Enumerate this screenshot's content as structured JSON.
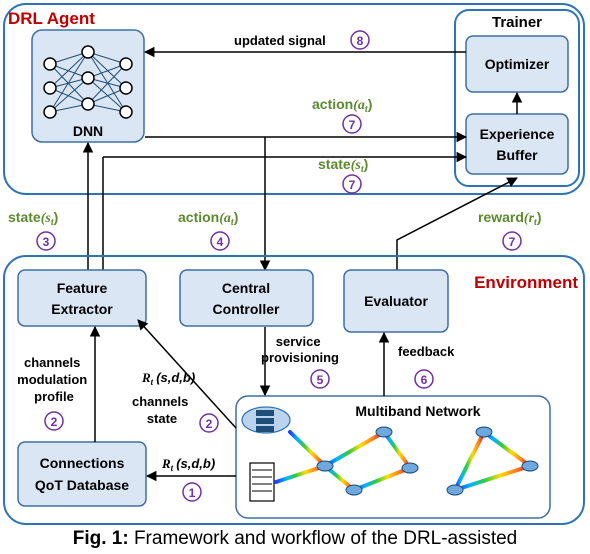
{
  "agent": {
    "title": "DRL Agent",
    "dnn_label": "DNN"
  },
  "trainer": {
    "title": "Trainer",
    "optimizer": "Optimizer",
    "buffer_line1": "Experience",
    "buffer_line2": "Buffer"
  },
  "environment": {
    "title": "Environment",
    "feature_line1": "Feature",
    "feature_line2": "Extractor",
    "controller_line1": "Central",
    "controller_line2": "Controller",
    "evaluator": "Evaluator",
    "database_line1": "Connections",
    "database_line2": "QoT Database",
    "network_title": "Multiband Network"
  },
  "arrows": {
    "updated_signal": "updated signal",
    "action_top": "action",
    "state_top": "state",
    "state_left": "state",
    "action_mid": "action",
    "reward": "reward",
    "action_var": "(a",
    "state_var": "(s",
    "reward_var": "(r",
    "sub_t": "t",
    "close": ")",
    "channels_mod_1": "channels",
    "channels_mod_2": "modulation",
    "channels_mod_3": "profile",
    "rt_label": "R",
    "rt_args": "(s,d,b)",
    "channels_state_1": "channels",
    "channels_state_2": "state",
    "service_1": "service",
    "service_2": "provisioning",
    "feedback": "feedback"
  },
  "steps": {
    "s1": "1",
    "s2": "2",
    "s3": "3",
    "s4": "4",
    "s5": "5",
    "s6": "6",
    "s7": "7",
    "s8": "8"
  },
  "caption": {
    "bold": "Fig. 1:",
    "text": " Framework and workflow of the DRL-assisted"
  },
  "colors": {
    "box_fill": "#dbe6f4",
    "box_stroke": "#3e6ea6",
    "title_red": "#c00000",
    "green": "#5d8a2e",
    "step_purple": "#7030a0",
    "frame_blue": "#2e75b6"
  }
}
